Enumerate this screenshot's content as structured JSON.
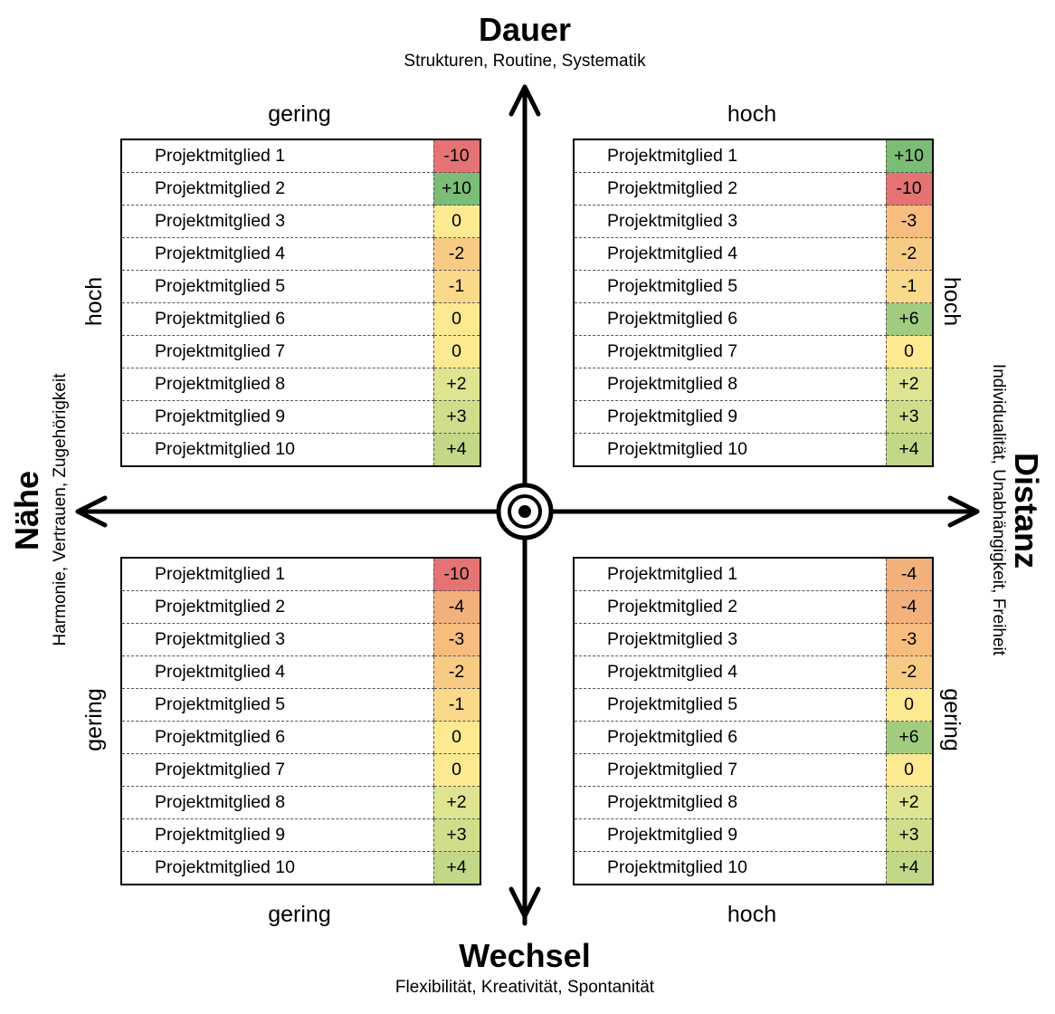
{
  "axes": {
    "top": {
      "title": "Dauer",
      "subtitle": "Strukturen, Routine, Systematik"
    },
    "bottom": {
      "title": "Wechsel",
      "subtitle": "Flexibilität, Kreativität, Spontanität"
    },
    "left": {
      "title": "Nähe",
      "subtitle": "Harmonie, Vertrauen, Zugehörigkeit"
    },
    "right": {
      "title": "Distanz",
      "subtitle": "Individualität, Unabhängigkeit, Freiheit"
    }
  },
  "quadrant_labels": {
    "top_left": "gering",
    "top_right": "hoch",
    "bottom_left": "gering",
    "bottom_right": "hoch",
    "left_upper": "hoch",
    "left_lower": "gering",
    "right_upper": "hoch",
    "right_lower": "gering"
  },
  "colors": {
    "-10": "#e57373",
    "-4": "#f2b07a",
    "-3": "#f6bd7f",
    "-2": "#f8cb84",
    "-1": "#fbd98a",
    "0": "#fde98f",
    "+2": "#dee48f",
    "+3": "#d0de8b",
    "+4": "#c2d888",
    "+6": "#a1cc80",
    "+10": "#7bbd77"
  },
  "tables": {
    "top_left": [
      {
        "name": "Projektmitglied 1",
        "value": "-10"
      },
      {
        "name": "Projektmitglied 2",
        "value": "+10"
      },
      {
        "name": "Projektmitglied 3",
        "value": "0"
      },
      {
        "name": "Projektmitglied 4",
        "value": "-2"
      },
      {
        "name": "Projektmitglied 5",
        "value": "-1"
      },
      {
        "name": "Projektmitglied 6",
        "value": "0"
      },
      {
        "name": "Projektmitglied 7",
        "value": "0"
      },
      {
        "name": "Projektmitglied 8",
        "value": "+2"
      },
      {
        "name": "Projektmitglied 9",
        "value": "+3"
      },
      {
        "name": "Projektmitglied 10",
        "value": "+4"
      }
    ],
    "top_right": [
      {
        "name": "Projektmitglied 1",
        "value": "+10"
      },
      {
        "name": "Projektmitglied 2",
        "value": "-10"
      },
      {
        "name": "Projektmitglied 3",
        "value": "-3"
      },
      {
        "name": "Projektmitglied 4",
        "value": "-2"
      },
      {
        "name": "Projektmitglied 5",
        "value": "-1"
      },
      {
        "name": "Projektmitglied 6",
        "value": "+6"
      },
      {
        "name": "Projektmitglied 7",
        "value": "0"
      },
      {
        "name": "Projektmitglied 8",
        "value": "+2"
      },
      {
        "name": "Projektmitglied 9",
        "value": "+3"
      },
      {
        "name": "Projektmitglied 10",
        "value": "+4"
      }
    ],
    "bottom_left": [
      {
        "name": "Projektmitglied 1",
        "value": "-10"
      },
      {
        "name": "Projektmitglied 2",
        "value": "-4"
      },
      {
        "name": "Projektmitglied 3",
        "value": "-3"
      },
      {
        "name": "Projektmitglied 4",
        "value": "-2"
      },
      {
        "name": "Projektmitglied 5",
        "value": "-1"
      },
      {
        "name": "Projektmitglied 6",
        "value": "0"
      },
      {
        "name": "Projektmitglied 7",
        "value": "0"
      },
      {
        "name": "Projektmitglied 8",
        "value": "+2"
      },
      {
        "name": "Projektmitglied 9",
        "value": "+3"
      },
      {
        "name": "Projektmitglied 10",
        "value": "+4"
      }
    ],
    "bottom_right": [
      {
        "name": "Projektmitglied 1",
        "value": "-4"
      },
      {
        "name": "Projektmitglied 2",
        "value": "-4"
      },
      {
        "name": "Projektmitglied 3",
        "value": "-3"
      },
      {
        "name": "Projektmitglied 4",
        "value": "-2"
      },
      {
        "name": "Projektmitglied 5",
        "value": "0"
      },
      {
        "name": "Projektmitglied 6",
        "value": "+6"
      },
      {
        "name": "Projektmitglied 7",
        "value": "0"
      },
      {
        "name": "Projektmitglied 8",
        "value": "+2"
      },
      {
        "name": "Projektmitglied 9",
        "value": "+3"
      },
      {
        "name": "Projektmitglied 10",
        "value": "+4"
      }
    ]
  }
}
